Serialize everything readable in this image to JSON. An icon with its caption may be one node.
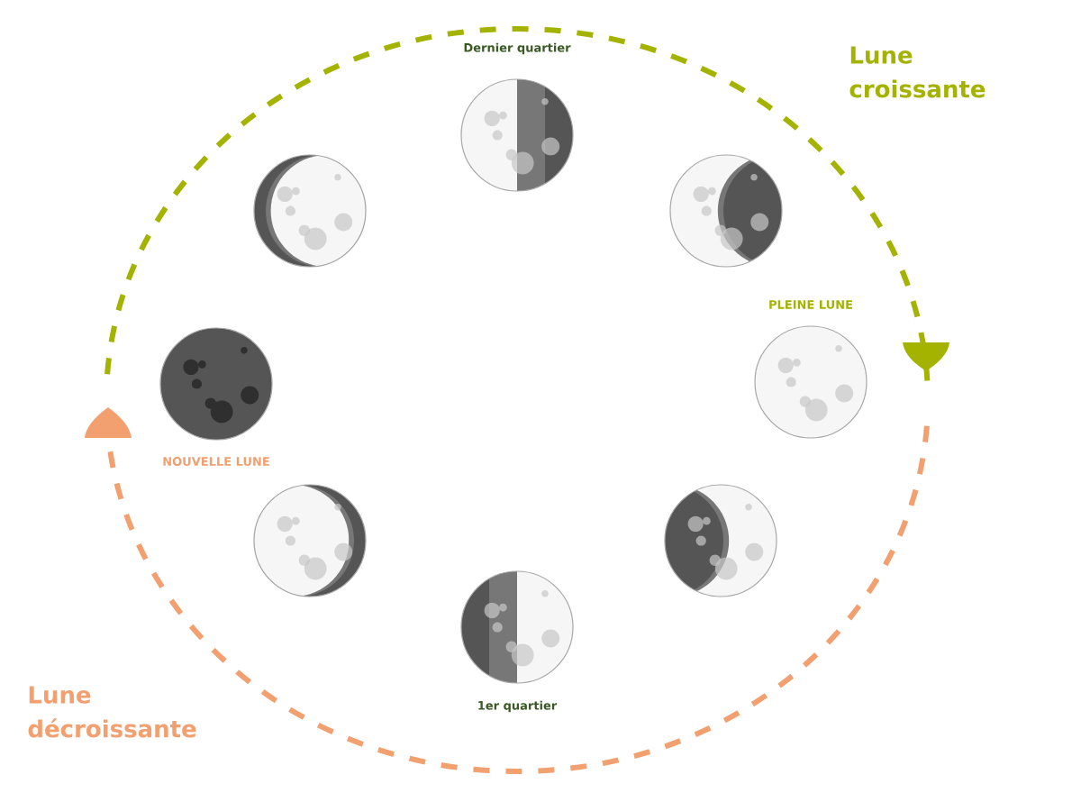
{
  "diagram": {
    "labels": [
      "Dernier quartier",
      "Lune croissante",
      "PLEINE LUNE",
      "NOUVELLE LUNE",
      "1er quartier",
      "Lune décroissante"
    ]
  }
}
